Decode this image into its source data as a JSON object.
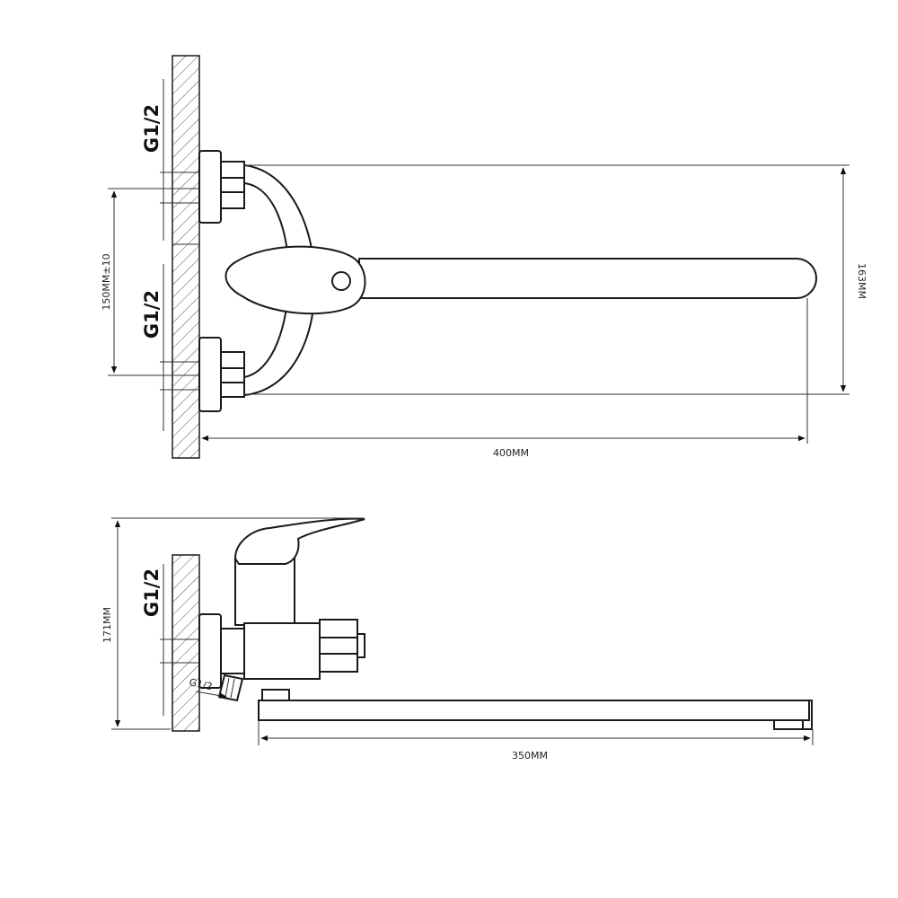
{
  "front_view": {
    "thread_upper": "G1/2",
    "thread_lower": "G1/2",
    "inlet_spacing": "150MM±10",
    "height": "163MM",
    "spout_length": "400MM"
  },
  "side_view": {
    "thread_wall": "G1/2",
    "thread_outlet": "G1/2",
    "height": "171MM",
    "spout_length": "350MM"
  }
}
